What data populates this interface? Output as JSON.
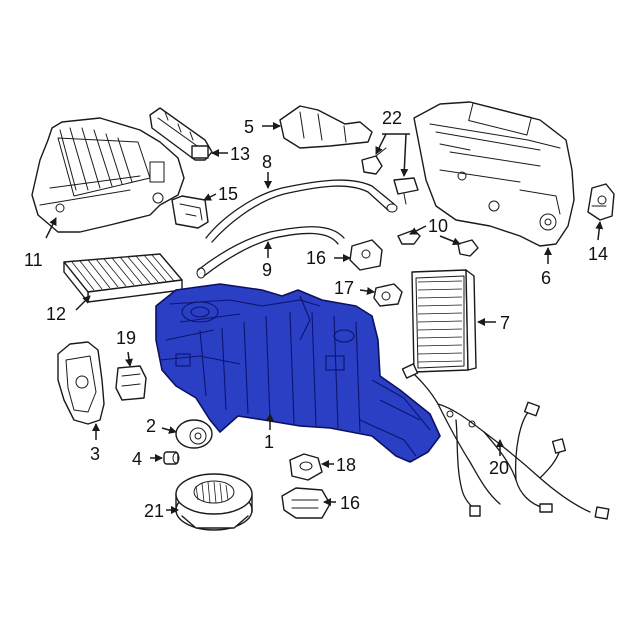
{
  "callouts": {
    "c1": "1",
    "c2": "2",
    "c3": "3",
    "c4": "4",
    "c5": "5",
    "c6": "6",
    "c7": "7",
    "c8": "8",
    "c9": "9",
    "c10": "10",
    "c11": "11",
    "c12": "12",
    "c13": "13",
    "c14": "14",
    "c15": "15",
    "c16a": "16",
    "c16b": "16",
    "c17": "17",
    "c18": "18",
    "c19": "19",
    "c20": "20",
    "c21": "21",
    "c22": "22"
  },
  "highlight_color": "#2a3fc4",
  "highlighted_part": "1"
}
